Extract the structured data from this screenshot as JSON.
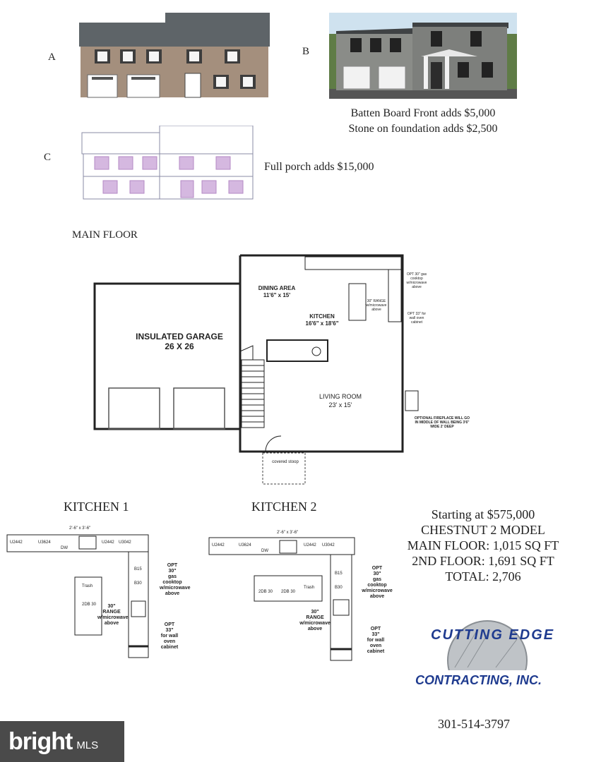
{
  "elevations": {
    "a": {
      "label": "A"
    },
    "b": {
      "label": "B",
      "caption_line1": "Batten Board Front adds $5,000",
      "caption_line2": "Stone on foundation adds $2,500"
    },
    "c": {
      "label": "C",
      "caption": "Full porch adds $15,000"
    }
  },
  "main_floor": {
    "heading": "MAIN FLOOR",
    "rooms": {
      "garage_name": "INSULATED GARAGE",
      "garage_size": "26 X 26",
      "dining_name": "DINING AREA",
      "dining_size": "11'6\" x 15'",
      "kitchen_name": "KITCHEN",
      "kitchen_size": "16'6\" x 18'6\"",
      "living_name": "LIVING ROOM",
      "living_size": "23' x 15'",
      "porch": "covered stoop",
      "fireplace_note": "OPTIONAL FIREPLACE WILL GO IN MIDDLE OF WALL BEING 3'6\" WIDE 2' DEEP",
      "opt_cooktop": "OPT 30\" gas cooktop w/microwave above",
      "opt_oven": "OPT 33\" for wall oven cabinet",
      "range": "30\" RANGE w/microwave above"
    }
  },
  "kitchen1": {
    "title": "KITCHEN 1",
    "dimension": "2'-6\" x 3'-6\"",
    "range": [
      "30\"",
      "RANGE",
      "w/microwave",
      "above"
    ],
    "opt_cooktop": [
      "OPT",
      "30\"",
      "gas",
      "cooktop",
      "w/microwave",
      "above"
    ],
    "opt_oven": [
      "OPT",
      "33\"",
      "for wall",
      "oven",
      "cabinet"
    ]
  },
  "kitchen2": {
    "title": "KITCHEN 2",
    "dimension": "2'-6\" x 3'-6\"",
    "range": [
      "30\"",
      "RANGE",
      "w/microwave",
      "above"
    ],
    "opt_cooktop": [
      "OPT",
      "30\"",
      "gas",
      "cooktop",
      "w/microwave",
      "above"
    ],
    "opt_oven": [
      "OPT",
      "33\"",
      "for wall",
      "oven",
      "cabinet"
    ]
  },
  "summary": {
    "price": "Starting at $575,000",
    "model": "CHESTNUT 2 MODEL",
    "main_floor": "MAIN FLOOR: 1,015 SQ FT",
    "second_floor": "2ND FLOOR: 1,691 SQ FT",
    "total": "TOTAL: 2,706"
  },
  "logo": {
    "line1": "CUTTING EDGE",
    "line2": "CONTRACTING, INC."
  },
  "phone": "301-514-3797",
  "watermark": {
    "brand": "bright",
    "suffix": "MLS"
  },
  "colors": {
    "siding_a": "#a48f7d",
    "roof": "#5e6468",
    "siding_b": "#7d7f7c",
    "logo_blue": "#1f3b8f",
    "outline_c": "#b48ac4"
  }
}
